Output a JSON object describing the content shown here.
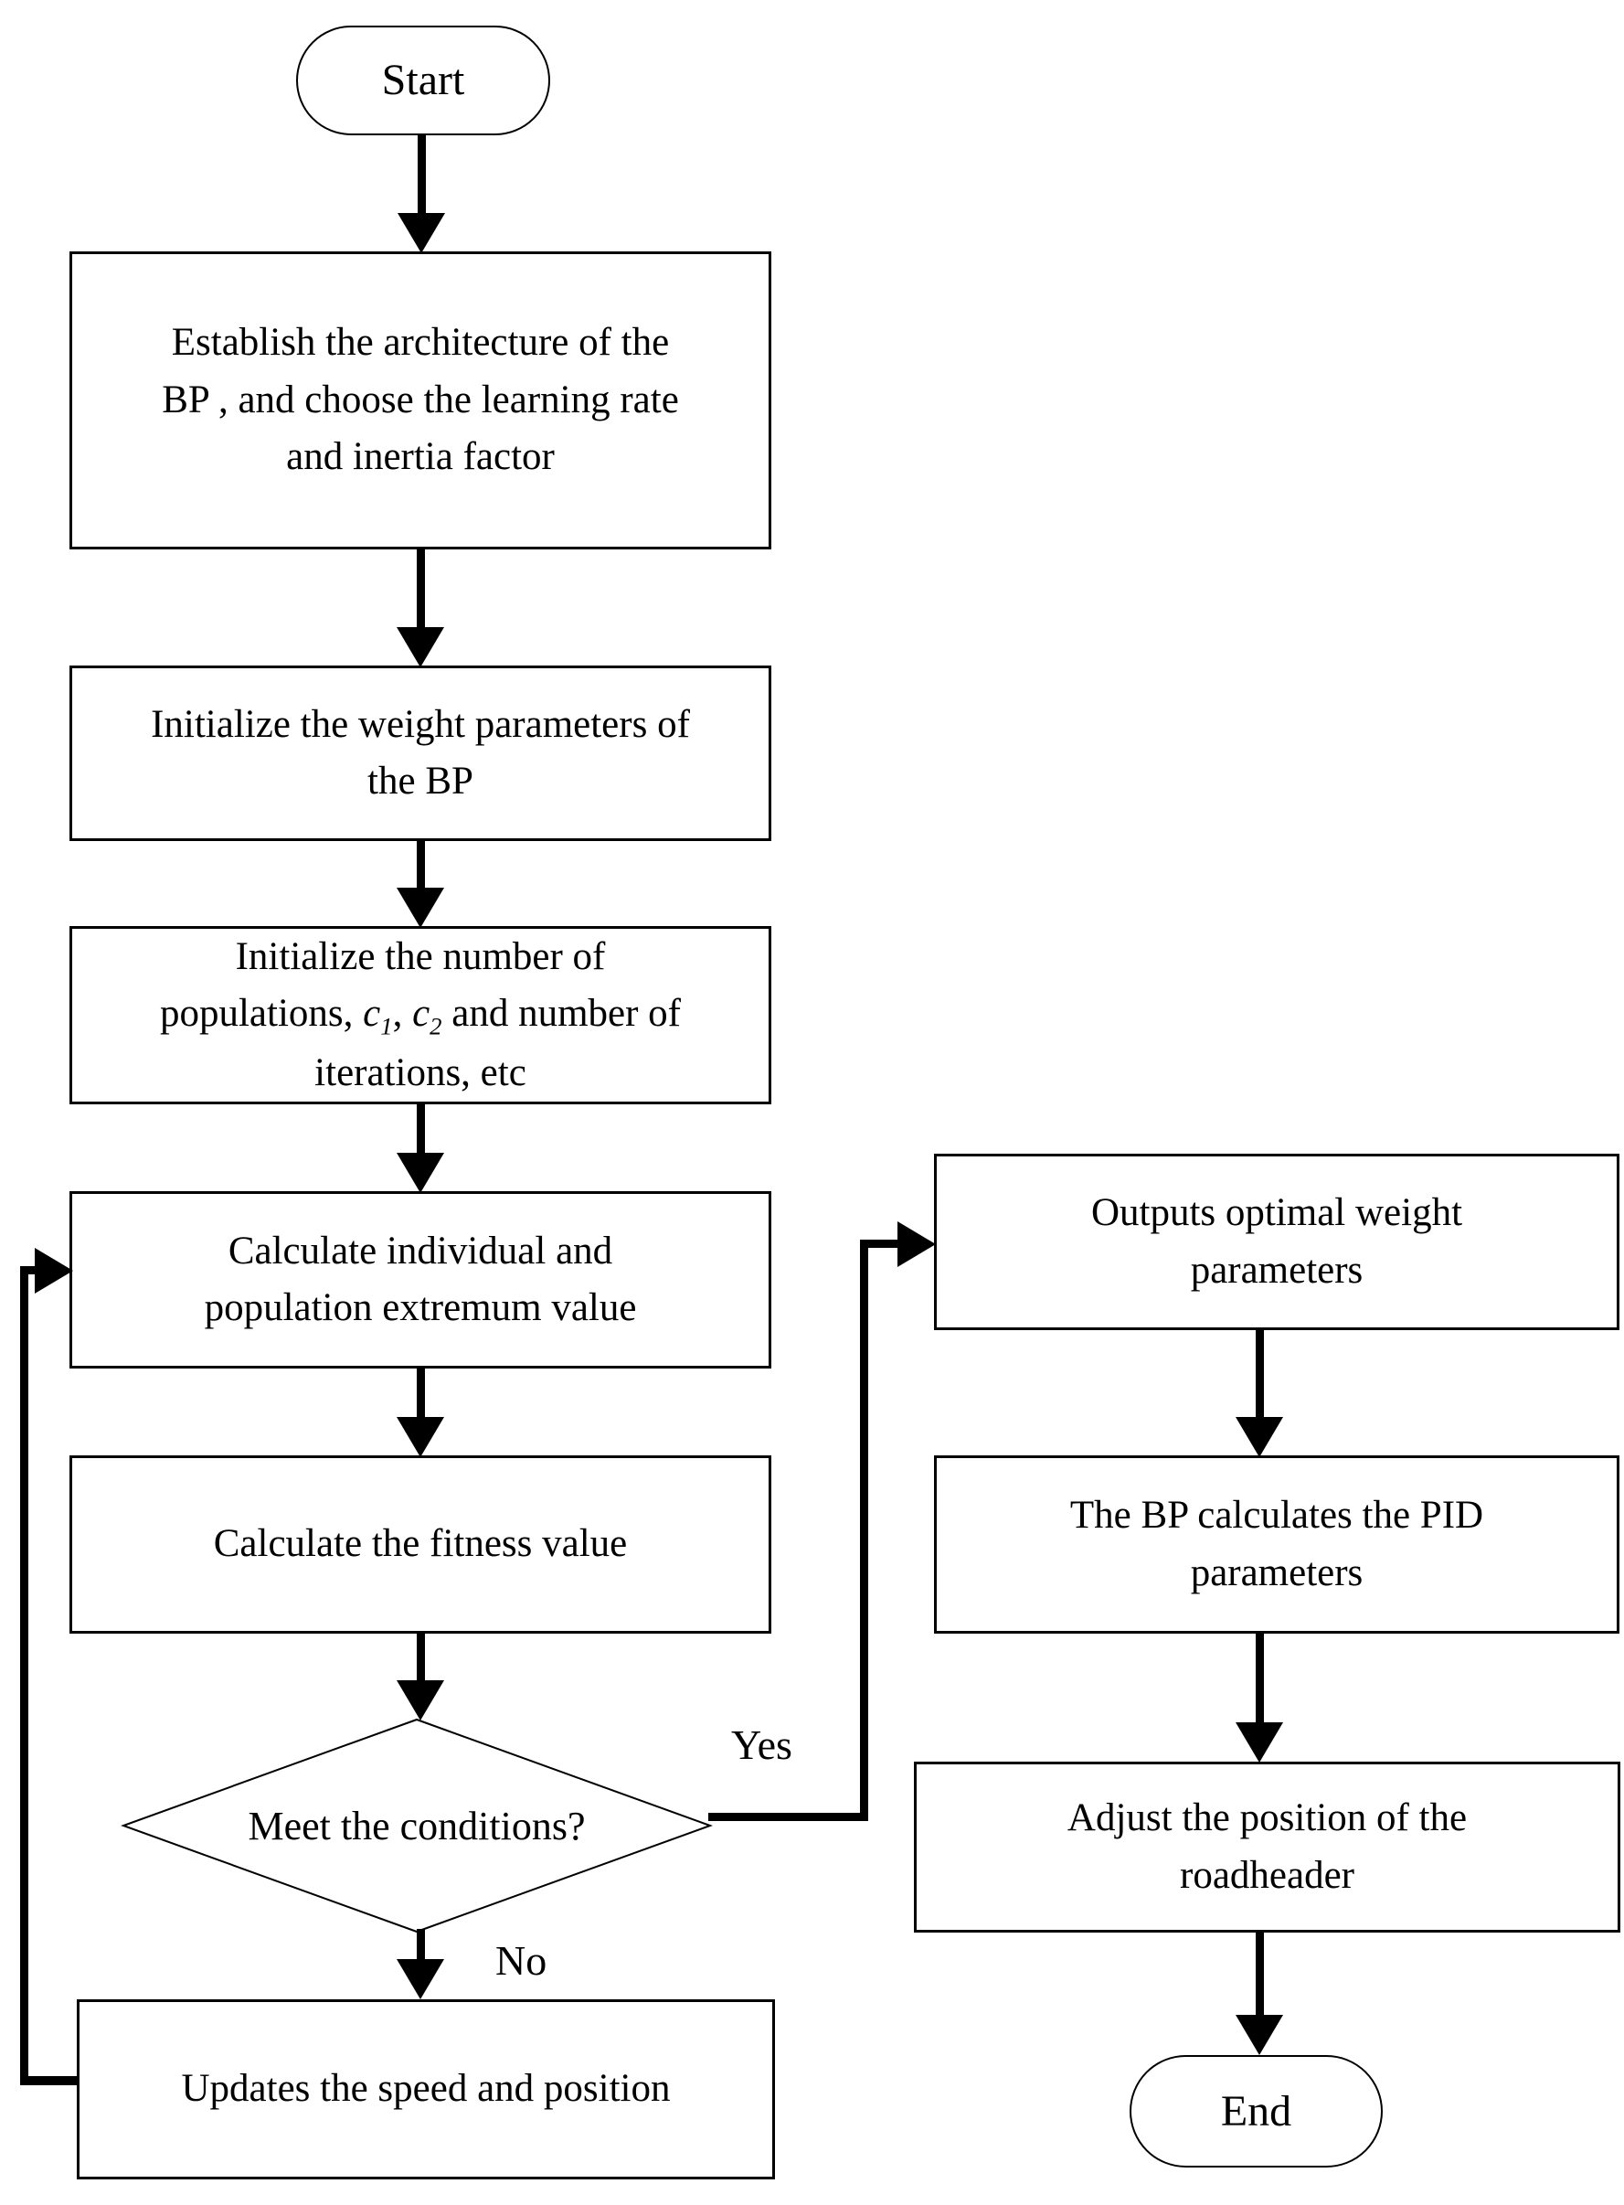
{
  "flowchart": {
    "background": "#ffffff",
    "line_color": "#000000",
    "labels": {
      "yes": "Yes",
      "no": "No"
    },
    "nodes": {
      "start": {
        "type": "terminator",
        "label": "Start"
      },
      "establish": {
        "type": "process",
        "lines": [
          "Establish the architecture of the",
          "BP , and choose the learning rate",
          "and inertia factor"
        ]
      },
      "init_weights": {
        "type": "process",
        "lines": [
          "Initialize the weight parameters of",
          "the BP"
        ]
      },
      "init_pso": {
        "type": "process",
        "line1": "Initialize the number of",
        "line2_pre": "populations, ",
        "var1": "c",
        "var1_sub": "1",
        "separator": ", ",
        "var2": "c",
        "var2_sub": "2",
        "line2_post": " and number of",
        "line3": "iterations, etc"
      },
      "calc_extremum": {
        "type": "process",
        "lines": [
          "Calculate individual and",
          "population extremum value"
        ]
      },
      "calc_fitness": {
        "type": "process",
        "lines": [
          "Calculate the fitness value"
        ]
      },
      "condition": {
        "type": "decision",
        "label": "Meet the conditions?"
      },
      "update_speed": {
        "type": "process",
        "lines": [
          "Updates the speed and position"
        ]
      },
      "output_weights": {
        "type": "process",
        "lines": [
          "Outputs optimal weight",
          "parameters"
        ]
      },
      "bp_pid": {
        "type": "process",
        "lines": [
          "The BP calculates the PID",
          "parameters"
        ]
      },
      "adjust_position": {
        "type": "process",
        "lines": [
          "Adjust the position of the",
          "roadheader"
        ]
      },
      "end": {
        "type": "terminator",
        "label": "End"
      }
    }
  }
}
